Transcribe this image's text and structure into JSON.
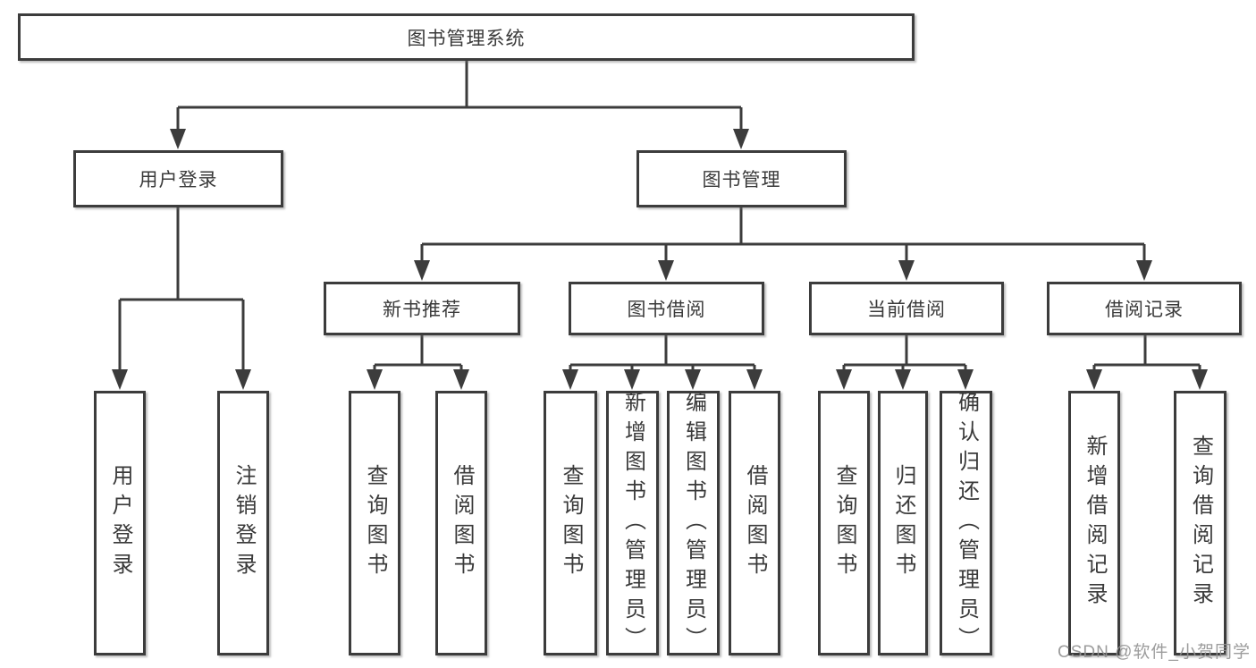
{
  "diagram": {
    "root": "图书管理系统",
    "branches": [
      {
        "label": "用户登录",
        "children": [
          "用户登录",
          "注销登录"
        ]
      },
      {
        "label": "图书管理",
        "sections": [
          {
            "label": "新书推荐",
            "children": [
              "查询图书",
              "借阅图书"
            ]
          },
          {
            "label": "图书借阅",
            "children": [
              "查询图书",
              "新增图书（管理员）",
              "编辑图书（管理员）",
              "借阅图书"
            ]
          },
          {
            "label": "当前借阅",
            "children": [
              "查询图书",
              "归还图书",
              "确认归还（管理员）"
            ]
          },
          {
            "label": "借阅记录",
            "children": [
              "新增借阅记录",
              "查询借阅记录"
            ]
          }
        ]
      }
    ]
  },
  "colors": {
    "line": "#3c3c3c",
    "box_background": "#ffffff",
    "text": "#3a3a3a",
    "watermark": "#919191"
  },
  "watermark": "CSDN @软件_小贺同学"
}
